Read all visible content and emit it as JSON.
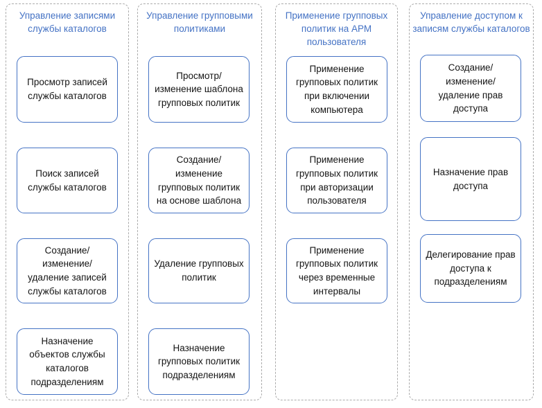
{
  "colors": {
    "accent_blue": "#4472C4",
    "container_dash_gray": "#ABABAB",
    "box_text": "#141414",
    "background": "#FFFFFF"
  },
  "diagram": {
    "columns": [
      {
        "title": "Управление записями службы каталогов",
        "boxes": [
          "Просмотр записей службы каталогов",
          "Поиск записей службы каталогов",
          "Создание/ изменение/ удаление записей службы каталогов",
          "Назначение объектов службы каталогов подразделениям"
        ]
      },
      {
        "title": "Управление групповыми политиками",
        "boxes": [
          "Просмотр/ изменение шаблона групповых политик",
          "Создание/ изменение групповых политик на основе шаблона",
          "Удаление групповых политик",
          "Назначение групповых политик подразделениям"
        ]
      },
      {
        "title": "Применение групповых политик на АРМ пользователя",
        "boxes": [
          "Применение групповых политик при включении компьютера",
          "Применение групповых политик при авторизации пользователя",
          "Применение групповых политик через временные интервалы"
        ]
      },
      {
        "title": "Управление доступом к записям службы каталогов",
        "boxes": [
          "Создание/ изменение/ удаление прав доступа",
          "Назначение прав доступа",
          "Делегирование прав доступа к подразделениям"
        ]
      }
    ]
  }
}
